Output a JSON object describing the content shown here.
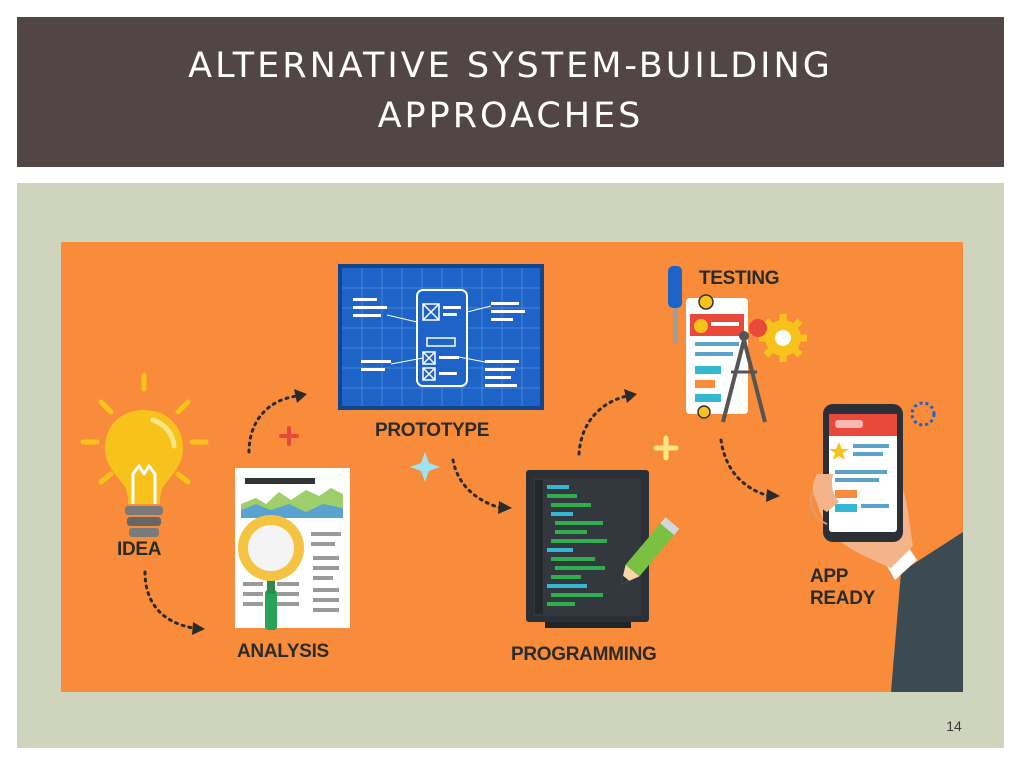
{
  "slide": {
    "title": "ALTERNATIVE SYSTEM-BUILDING APPROACHES",
    "page_number": "14"
  },
  "infographic": {
    "steps": {
      "idea": "IDEA",
      "analysis": "ANALYSIS",
      "prototype": "PROTOTYPE",
      "programming": "PROGRAMMING",
      "testing": "TESTING",
      "app_line1": "APP",
      "app_line2": "READY"
    },
    "colors": {
      "background": "#f98c3a",
      "title_bar": "#514645",
      "panel": "#cfd4bd",
      "blueprint": "#1e63c8",
      "bulb": "#f7c21b",
      "screen": "#2b3036",
      "code_green": "#2fae4e",
      "code_cyan": "#34b7d0"
    }
  }
}
